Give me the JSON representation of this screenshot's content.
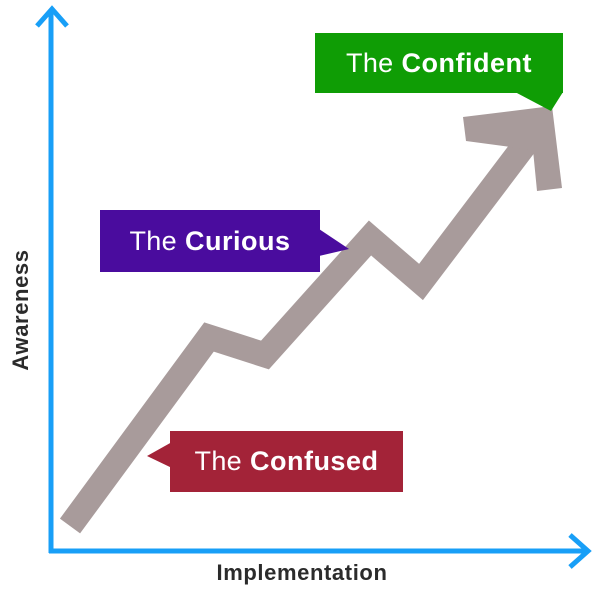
{
  "axes": {
    "x_label": "Implementation",
    "y_label": "Awareness",
    "axis_color": "#189ff7",
    "label_color": "#2b2b2b"
  },
  "arrow": {
    "color": "#a89b9b",
    "description": "thick zigzag arrow rising from bottom-left to top-right"
  },
  "bubbles": {
    "confused": {
      "prefix": "The",
      "name": "Confused",
      "color": "#a32338"
    },
    "curious": {
      "prefix": "The",
      "name": "Curious",
      "color": "#4a0c9e"
    },
    "confident": {
      "prefix": "The",
      "name": "Confident",
      "color": "#0f9d05"
    }
  },
  "chart_data": {
    "type": "line",
    "title": "",
    "xlabel": "Implementation",
    "ylabel": "Awareness",
    "x_range": [
      0,
      1
    ],
    "y_range": [
      0,
      1
    ],
    "grid": false,
    "series": [
      {
        "name": "progression-arrow",
        "style": "thick zigzag arrow, marker at end",
        "points": [
          [
            0.04,
            0.05
          ],
          [
            0.29,
            0.4
          ],
          [
            0.4,
            0.36
          ],
          [
            0.59,
            0.58
          ],
          [
            0.69,
            0.5
          ],
          [
            0.93,
            0.82
          ]
        ]
      }
    ],
    "annotations": [
      {
        "text": "The Confused",
        "color": "#a32338",
        "anchor": [
          0.18,
          0.17
        ],
        "tail": "left"
      },
      {
        "text": "The Curious",
        "color": "#4a0c9e",
        "anchor": [
          0.55,
          0.56
        ],
        "tail": "right"
      },
      {
        "text": "The Confident",
        "color": "#0f9d05",
        "anchor": [
          0.93,
          0.83
        ],
        "tail": "down"
      }
    ],
    "legend": null
  }
}
